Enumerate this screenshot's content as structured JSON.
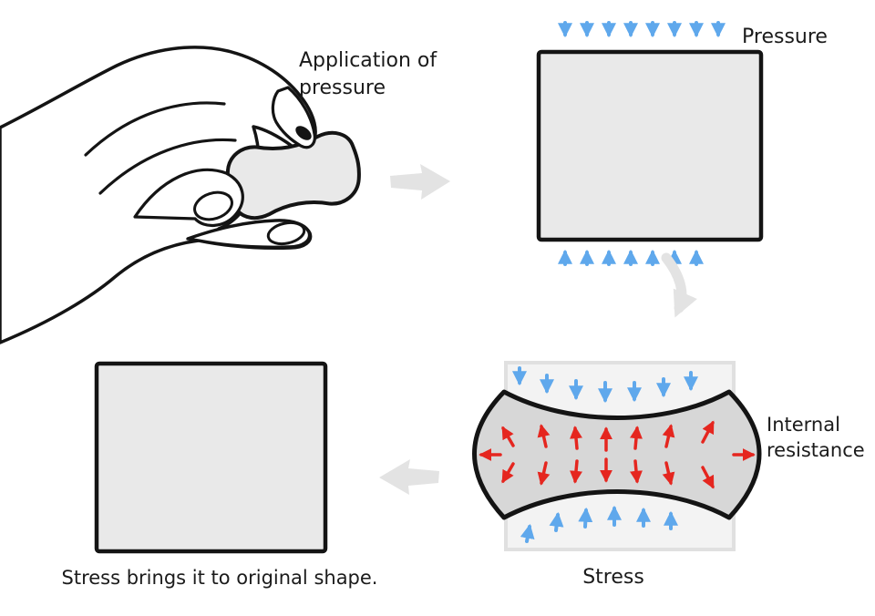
{
  "labels": {
    "application_of_pressure": "Application of pressure",
    "pressure": "Pressure",
    "internal_resistance": "Internal resistance",
    "stress": "Stress",
    "caption": "Stress brings it to original shape."
  },
  "colors": {
    "pressure_arrow": "#5fa8ec",
    "resistance_arrow": "#e5261f",
    "outline": "#141414",
    "shape_fill": "#e9e9e9",
    "deformed_fill": "#d7d7d7",
    "ghost_square_fill": "#f3f3f3",
    "ghost_square_stroke": "#e0e0e0",
    "flow_arrow": "#e3e3e3",
    "text": "#1b1b1b",
    "background": "#ffffff"
  }
}
